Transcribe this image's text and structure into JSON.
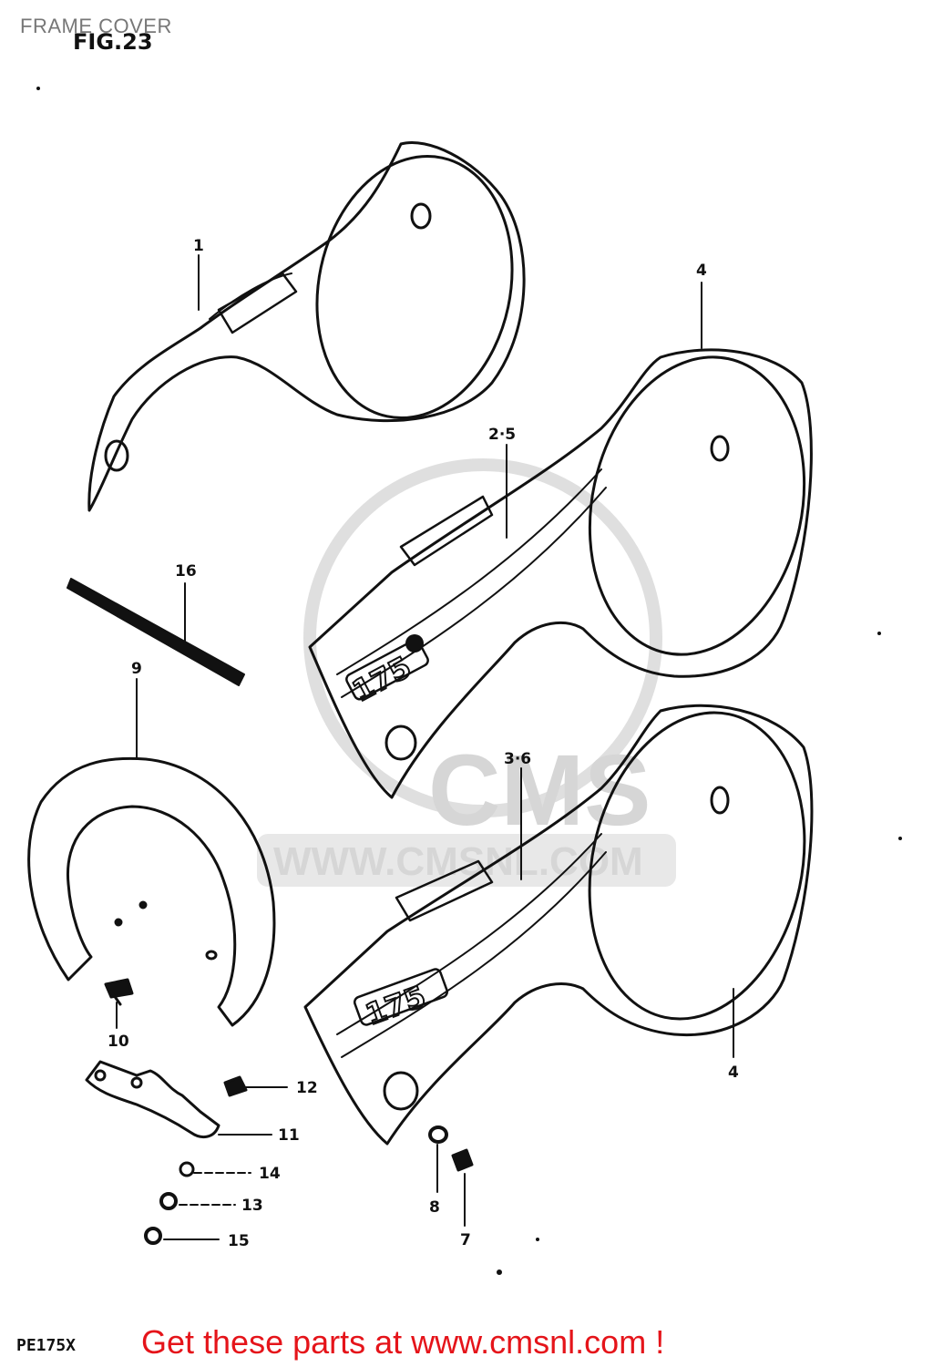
{
  "header": {
    "section_title": "FRAME COVER",
    "figure_label": "FIG.23"
  },
  "footer": {
    "model_code": "PE175X",
    "promo_text": "Get these parts at www.cmsnl.com !"
  },
  "watermark": {
    "brand": "CMS",
    "url": "WWW.CMSNL.COM"
  },
  "parts": {
    "cover_left_emblem": "175",
    "cover_right_emblem": "175"
  },
  "callouts": [
    {
      "id": "1",
      "label": "1"
    },
    {
      "id": "4a",
      "label": "4"
    },
    {
      "id": "25",
      "label": "2·5"
    },
    {
      "id": "16",
      "label": "16"
    },
    {
      "id": "9",
      "label": "9"
    },
    {
      "id": "36",
      "label": "3·6"
    },
    {
      "id": "4b",
      "label": "4"
    },
    {
      "id": "10",
      "label": "10"
    },
    {
      "id": "12",
      "label": "12"
    },
    {
      "id": "11",
      "label": "11"
    },
    {
      "id": "14",
      "label": "14"
    },
    {
      "id": "13",
      "label": "13"
    },
    {
      "id": "15",
      "label": "15"
    },
    {
      "id": "8",
      "label": "8"
    },
    {
      "id": "7",
      "label": "7"
    }
  ],
  "colors": {
    "ink": "#111111",
    "promo": "#e5141a",
    "watermark": "#d2d2d2",
    "header_text": "#777777"
  }
}
